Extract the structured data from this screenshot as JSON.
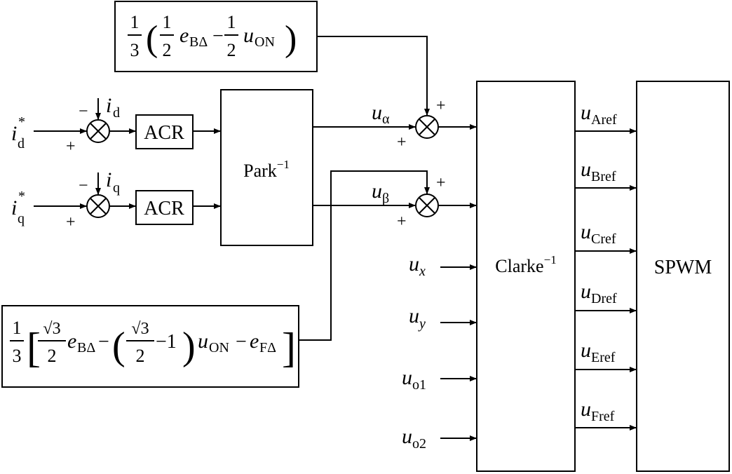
{
  "diagram": {
    "blocks": {
      "park_inv": {
        "label": "Park",
        "sup": "−1"
      },
      "clarke_inv": {
        "label": "Clarke",
        "sup": "−1"
      },
      "spwm": {
        "label": "SPWM"
      },
      "acr_d": {
        "label": "ACR"
      },
      "acr_q": {
        "label": "ACR"
      }
    },
    "inputs": {
      "id_ref": {
        "sym": "i",
        "sub": "d",
        "sup": "*"
      },
      "iq_ref": {
        "sym": "i",
        "sub": "q",
        "sup": "*"
      },
      "id_fb": {
        "sym": "i",
        "sub": "d"
      },
      "iq_fb": {
        "sym": "i",
        "sub": "q"
      },
      "ux": {
        "sym": "u",
        "sub": "x"
      },
      "uy": {
        "sym": "u",
        "sub": "y"
      },
      "uo1": {
        "sym": "u",
        "sub": "o1"
      },
      "uo2": {
        "sym": "u",
        "sub": "o2"
      }
    },
    "signals": {
      "u_alpha": {
        "sym": "u",
        "sub": "α"
      },
      "u_beta": {
        "sym": "u",
        "sub": "β"
      }
    },
    "outputs": [
      {
        "sym": "u",
        "sub": "Aref"
      },
      {
        "sym": "u",
        "sub": "Bref"
      },
      {
        "sym": "u",
        "sub": "Cref"
      },
      {
        "sym": "u",
        "sub": "Dref"
      },
      {
        "sym": "u",
        "sub": "Eref"
      },
      {
        "sym": "u",
        "sub": "Fref"
      }
    ],
    "signs": {
      "plus": "+",
      "minus": "−"
    },
    "formula_top": {
      "coef_num": "1",
      "coef_den": "3",
      "open": "(",
      "close": ")",
      "f1_num": "1",
      "f1_den": "2",
      "e_sym": "e",
      "e_sub": "BΔ",
      "minus": "−",
      "f2_num": "1",
      "f2_den": "2",
      "u_sym": "u",
      "u_sub": "ON"
    },
    "formula_bottom": {
      "coef_num": "1",
      "coef_den": "3",
      "open_br": "[",
      "close_br": "]",
      "f1_num": "√3",
      "f1_den": "2",
      "e1_sym": "e",
      "e1_sub": "BΔ",
      "minus1": "−",
      "open_p": "(",
      "close_p": ")",
      "f2_num": "√3",
      "f2_den": "2",
      "minus_one": "−1",
      "u_sym": "u",
      "u_sub": "ON",
      "minus2": "−",
      "e2_sym": "e",
      "e2_sub": "FΔ"
    }
  }
}
